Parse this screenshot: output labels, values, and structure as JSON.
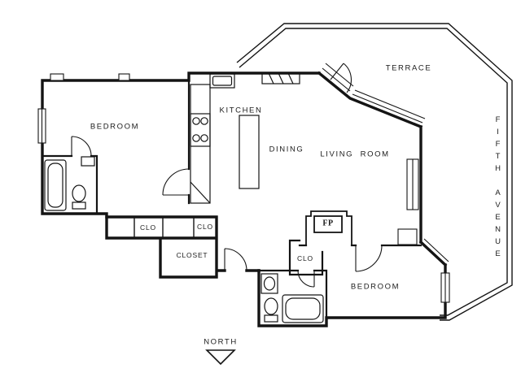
{
  "plan": {
    "north_label": "NORTH",
    "street_label": "FIFTH AVENUE"
  },
  "rooms": {
    "bedroom_left": "BEDROOM",
    "kitchen": "KITCHEN",
    "dining": "DINING",
    "living_room": "LIVING  ROOM",
    "terrace": "TERRACE",
    "bedroom_right": "BEDROOM"
  },
  "closets": {
    "row_clo_1": "CLO",
    "row_clo_2": "CLO",
    "hall_closet": "CLOSET",
    "bedroom_clo": "CLO"
  },
  "features": {
    "fireplace": "FP"
  },
  "colors": {
    "line": "#141414",
    "background": "#ffffff"
  }
}
